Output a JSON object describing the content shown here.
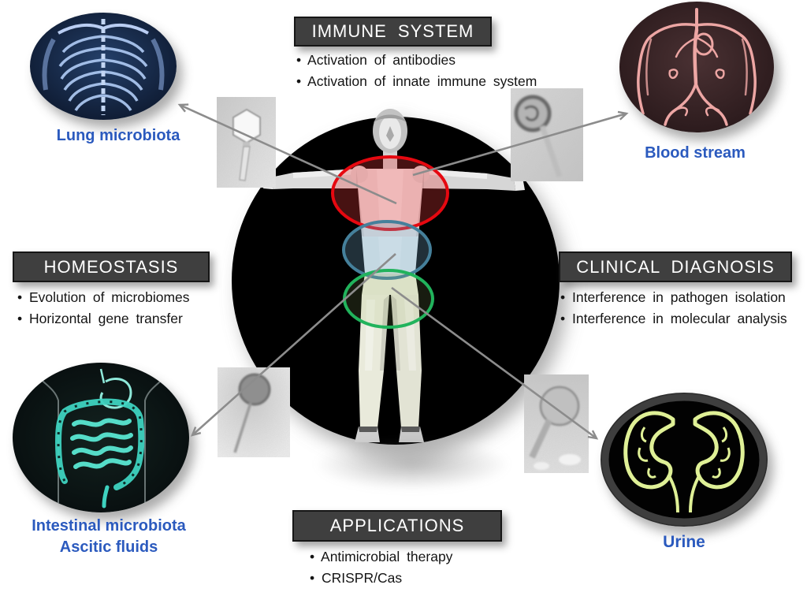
{
  "sections": {
    "immune": {
      "title": "IMMUNE SYSTEM",
      "bullets": [
        "Activation of antibodies",
        "Activation of innate immune system"
      ]
    },
    "homeostasis": {
      "title": "HOMEOSTASIS",
      "bullets": [
        "Evolution of microbiomes",
        "Horizontal gene transfer"
      ]
    },
    "clinical": {
      "title": "CLINICAL DIAGNOSIS",
      "bullets": [
        "Interference in pathogen isolation",
        "Interference in molecular analysis"
      ]
    },
    "applications": {
      "title": "APPLICATIONS",
      "bullets": [
        "Antimicrobial therapy",
        "CRISPR/Cas"
      ]
    }
  },
  "nodes": {
    "lung": {
      "label": "Lung microbiota"
    },
    "blood": {
      "label": "Blood stream"
    },
    "intestinal": {
      "label1": "Intestinal microbiota",
      "label2": "Ascitic fluids"
    },
    "urine": {
      "label": "Urine"
    }
  },
  "connections": [
    {
      "from": "chest-region",
      "to": "lung"
    },
    {
      "from": "chest-region",
      "to": "blood"
    },
    {
      "from": "abdomen-region",
      "to": "intestinal"
    },
    {
      "from": "pelvis-region",
      "to": "urine"
    }
  ],
  "colors": {
    "label_blue": "#2b5abe",
    "panel_bg": "#3f3f3f",
    "panel_text": "#ffffff",
    "chest_region": "#e60810",
    "abdomen_region": "#45809b",
    "pelvis_region": "#21b35c",
    "arrow": "#8c8c8c"
  },
  "icons": {
    "center_figure": "human-body-figure",
    "phage_top_left": "bacteriophage-micrograph-icon",
    "phage_top_right": "bacteriophage-micrograph-icon",
    "phage_bottom_left": "bacteriophage-micrograph-icon",
    "phage_bottom_right": "bacteriophage-micrograph-icon",
    "lung_oval": "chest-xray-image",
    "blood_oval": "vascular-system-image",
    "intestinal_oval": "intestines-image",
    "urine_oval": "kidneys-image"
  }
}
